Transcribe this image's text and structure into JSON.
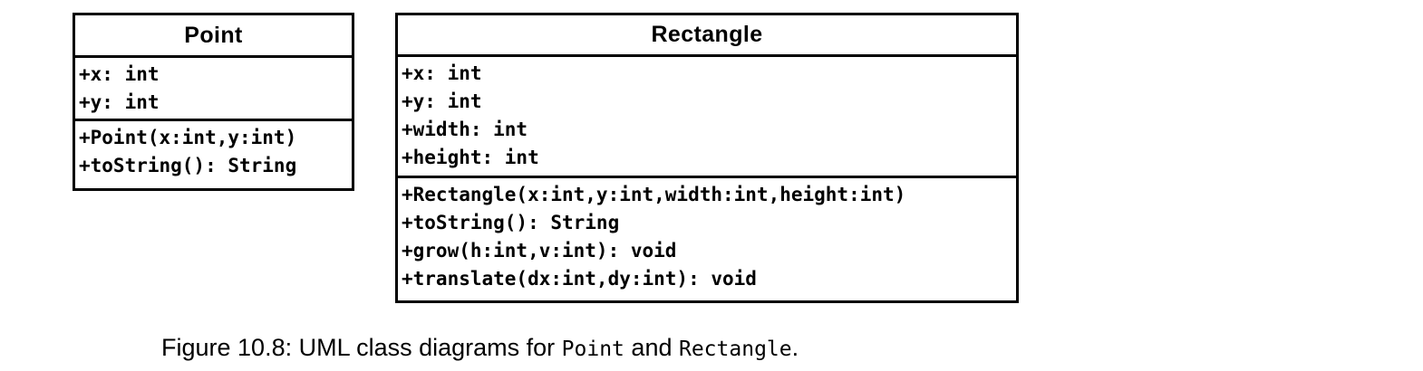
{
  "figure": {
    "caption_prefix": "Figure 10.8: UML class diagrams for ",
    "caption_class_one": "Point",
    "caption_conjunction": " and ",
    "caption_class_two": "Rectangle",
    "caption_suffix": "."
  },
  "colors": {
    "background": "#ffffff",
    "border": "#000000",
    "text": "#000000"
  },
  "classes": [
    {
      "name": "Point",
      "attributes": [
        "+x: int",
        "+y: int"
      ],
      "methods": [
        "+Point(x:int,y:int)",
        "+toString(): String"
      ]
    },
    {
      "name": "Rectangle",
      "attributes": [
        "+x: int",
        "+y: int",
        "+width: int",
        "+height: int"
      ],
      "methods": [
        "+Rectangle(x:int,y:int,width:int,height:int)",
        "+toString(): String",
        "+grow(h:int,v:int): void",
        "+translate(dx:int,dy:int): void"
      ]
    }
  ]
}
